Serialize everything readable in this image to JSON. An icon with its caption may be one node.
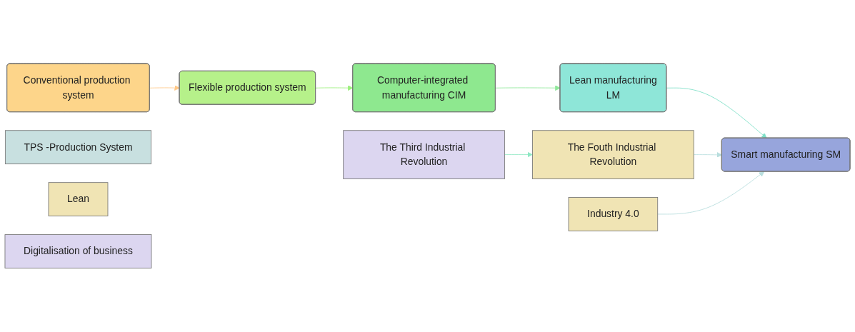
{
  "diagram": {
    "nodes": [
      {
        "text": [
          "Conventional production system"
        ]
      },
      {
        "text": [
          "Flexible production system"
        ]
      },
      {
        "text": [
          "Computer-integrated manufacturing CIM"
        ]
      },
      {
        "text": [
          "Lean manufacturing",
          "LM"
        ]
      },
      {
        "text": [
          "Smart manufacturing SM"
        ]
      },
      {
        "text": [
          "The Third Industrial Revolution"
        ]
      },
      {
        "text": [
          "The Fouth Industrial Revolution"
        ]
      },
      {
        "text": [
          "TPS -Production System"
        ]
      },
      {
        "text": [
          "Lean"
        ]
      },
      {
        "text": [
          "Digitalisation of business"
        ]
      },
      {
        "text": [
          "Industry 4.0"
        ]
      }
    ],
    "edges": [
      {
        "from": 0,
        "to": 1,
        "arrow": "to",
        "color": "#ffc887"
      },
      {
        "from": 1,
        "to": 2,
        "arrow": "to",
        "color": "#9cf07c"
      },
      {
        "from": 2,
        "to": 3,
        "arrow": "to",
        "color": "#8fe89a"
      },
      {
        "from": 3,
        "to": 4,
        "arrow": "to",
        "color": "#7fe0c8"
      },
      {
        "from": 5,
        "to": 6,
        "arrow": "to",
        "color": "#8fe8c4"
      },
      {
        "from": 6,
        "to": 4,
        "arrow": "to",
        "color": "#b8dede"
      },
      {
        "from": 10,
        "to": 4,
        "arrow": "to",
        "color": "#b8dede"
      }
    ]
  }
}
